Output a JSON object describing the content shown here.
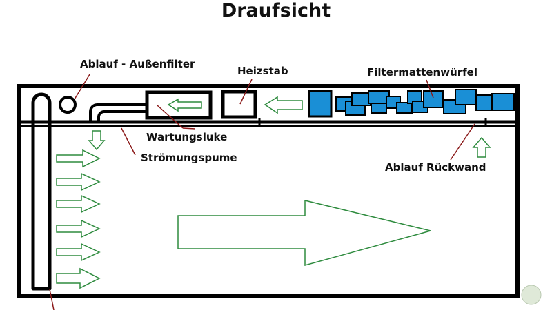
{
  "diagram": {
    "title": "Draufsicht",
    "labels": {
      "outflow_external_filter": "Ablauf - Außenfilter",
      "heater": "Heizstab",
      "filter_cubes": "Filtermattenwürfel",
      "maintenance_hatch": "Wartungsluke",
      "flow_pump": "Strömungspume",
      "outflow_back_wall": "Ablauf Rückwand"
    }
  },
  "colors": {
    "outline": "#000000",
    "flow_arrow": "#2e8b3e",
    "filter_block": "#1a8fd6",
    "background": "#ffffff"
  }
}
